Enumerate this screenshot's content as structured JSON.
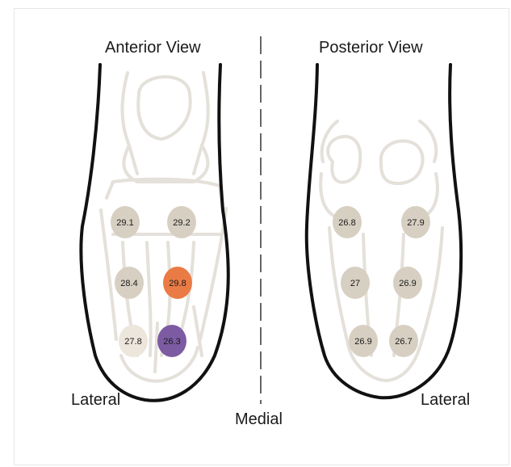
{
  "labels": {
    "anterior": "Anterior View",
    "posterior": "Posterior View",
    "lateral_left": "Lateral",
    "lateral_right": "Lateral",
    "medial": "Medial"
  },
  "colors": {
    "default": "#d7cfc2",
    "light": "#ece6dc",
    "orange": "#ea7b45",
    "purple": "#7c5ba3",
    "outline": "#111111",
    "bone": "#e4e0da"
  },
  "anterior_points": [
    {
      "id": "a1",
      "value": "29.1",
      "color": "default"
    },
    {
      "id": "a2",
      "value": "29.2",
      "color": "default"
    },
    {
      "id": "a3",
      "value": "28.4",
      "color": "default"
    },
    {
      "id": "a4",
      "value": "29.8",
      "color": "orange"
    },
    {
      "id": "a5",
      "value": "27.8",
      "color": "light"
    },
    {
      "id": "a6",
      "value": "26.3",
      "color": "purple"
    }
  ],
  "posterior_points": [
    {
      "id": "p1",
      "value": "26.8",
      "color": "default"
    },
    {
      "id": "p2",
      "value": "27.9",
      "color": "default"
    },
    {
      "id": "p3",
      "value": "27",
      "color": "default"
    },
    {
      "id": "p4",
      "value": "26.9",
      "color": "default"
    },
    {
      "id": "p5",
      "value": "26.9",
      "color": "default"
    },
    {
      "id": "p6",
      "value": "26.7",
      "color": "default"
    }
  ]
}
